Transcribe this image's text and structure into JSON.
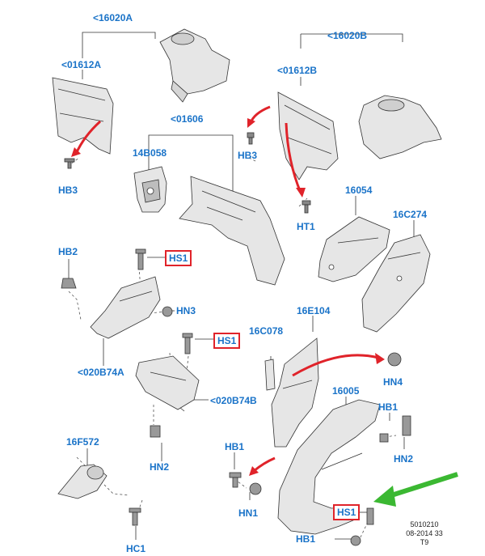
{
  "labels": {
    "p16020a": "<16020A",
    "p01612a": "<01612A",
    "p16020b": "<16020B",
    "p01612b": "<01612B",
    "p01606": "<01606",
    "p14b058": "14B058",
    "hb3_left": "HB3",
    "hb3_right": "HB3",
    "ht1": "HT1",
    "p16054": "16054",
    "p16c274": "16C274",
    "hb2": "HB2",
    "hn3": "HN3",
    "p16c078": "16C078",
    "p16e104": "16E104",
    "p020b74a": "<020B74A",
    "p020b74b": "<020B74B",
    "hn4": "HN4",
    "p16005": "16005",
    "hb1_right": "HB1",
    "hn2_left": "HN2",
    "hn2_right": "HN2",
    "p16f572": "16F572",
    "hb1_mid": "HB1",
    "hn1": "HN1",
    "hc1": "HC1",
    "hb1_bottom": "HB1",
    "hs1_top": "HS1",
    "hs1_mid": "HS1",
    "hs1_bottom": "HS1"
  },
  "reference": {
    "line1": "5010210",
    "line2": "08-2014 33",
    "line3": "T9"
  },
  "colors": {
    "label_blue": "#1a73c8",
    "highlight_red": "#e0232a",
    "arrow_green": "#3bb832",
    "part_fill": "#e6e6e6",
    "line": "#333333"
  }
}
